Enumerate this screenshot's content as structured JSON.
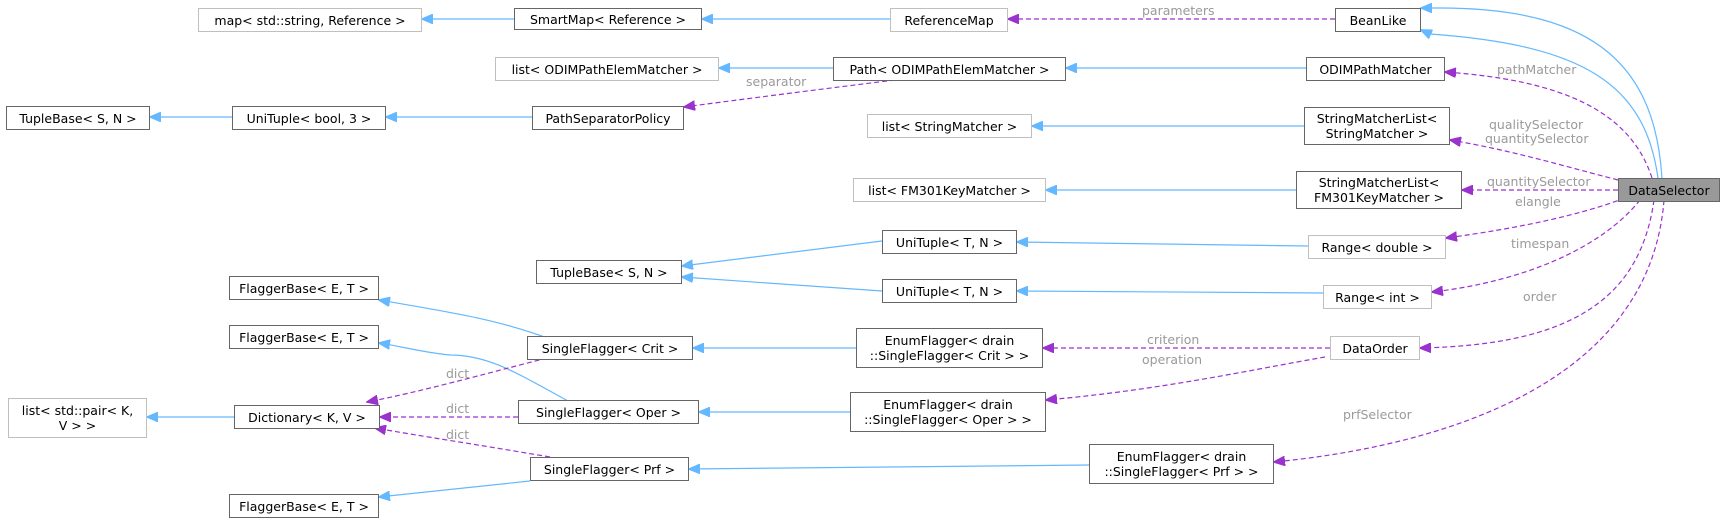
{
  "nodes": {
    "map_string_reference": "map< std::string, Reference >",
    "smartmap_reference": "SmartMap< Reference >",
    "referencemap": "ReferenceMap",
    "beanlike": "BeanLike",
    "list_odimpathelemmatcher": "list< ODIMPathElemMatcher >",
    "path_odimpathelemmatcher": "Path< ODIMPathElemMatcher >",
    "odimpathmatcher": "ODIMPathMatcher",
    "tuplebase_top": "TupleBase< S, N >",
    "unituple_bool3": "UniTuple< bool, 3 >",
    "pathseparatorpolicy": "PathSeparatorPolicy",
    "list_stringmatcher": "list< StringMatcher >",
    "stringmatcherlist_stringmatcher": "StringMatcherList<\nStringMatcher >",
    "list_fm301keymatcher": "list< FM301KeyMatcher >",
    "stringmatcherlist_fm301": "StringMatcherList<\n FM301KeyMatcher >",
    "dataselector": "DataSelector",
    "unituple_tn_1": "UniTuple< T, N >",
    "range_double": "Range< double >",
    "tuplebase_mid": "TupleBase< S, N >",
    "flaggerbase_1": "FlaggerBase< E, T >",
    "unituple_tn_2": "UniTuple< T, N >",
    "range_int": "Range< int >",
    "flaggerbase_2": "FlaggerBase< E, T >",
    "singleflagger_crit": "SingleFlagger< Crit >",
    "enumflagger_crit": "EnumFlagger< drain\n::SingleFlagger< Crit > >",
    "dataorder": "DataOrder",
    "list_pair_kv": "list< std::pair< K,\n V > >",
    "dictionary_kv": "Dictionary< K, V >",
    "singleflagger_oper": "SingleFlagger< Oper >",
    "enumflagger_oper": "EnumFlagger< drain\n::SingleFlagger< Oper > >",
    "singleflagger_prf": "SingleFlagger< Prf >",
    "enumflagger_prf": "EnumFlagger< drain\n::SingleFlagger< Prf > >",
    "flaggerbase_3": "FlaggerBase< E, T >"
  },
  "edge_labels": {
    "parameters": "parameters",
    "separator": "separator",
    "pathMatcher": "pathMatcher",
    "qualitySelector": "qualitySelector",
    "quantitySelector_1": "quantitySelector",
    "quantitySelector_2": "quantitySelector",
    "elangle": "elangle",
    "timespan": "timespan",
    "order": "order",
    "criterion": "criterion",
    "operation": "operation",
    "prfSelector": "prfSelector",
    "dict_1": "dict",
    "dict_2": "dict",
    "dict_3": "dict"
  },
  "colors": {
    "inheritance_edge": "#63b8ff",
    "usage_edge": "#9a32cd",
    "node_border": "#666666",
    "external_node_border": "#bfbfbf",
    "current_node_fill": "#999999",
    "edge_label_text": "#9a9a9a"
  }
}
